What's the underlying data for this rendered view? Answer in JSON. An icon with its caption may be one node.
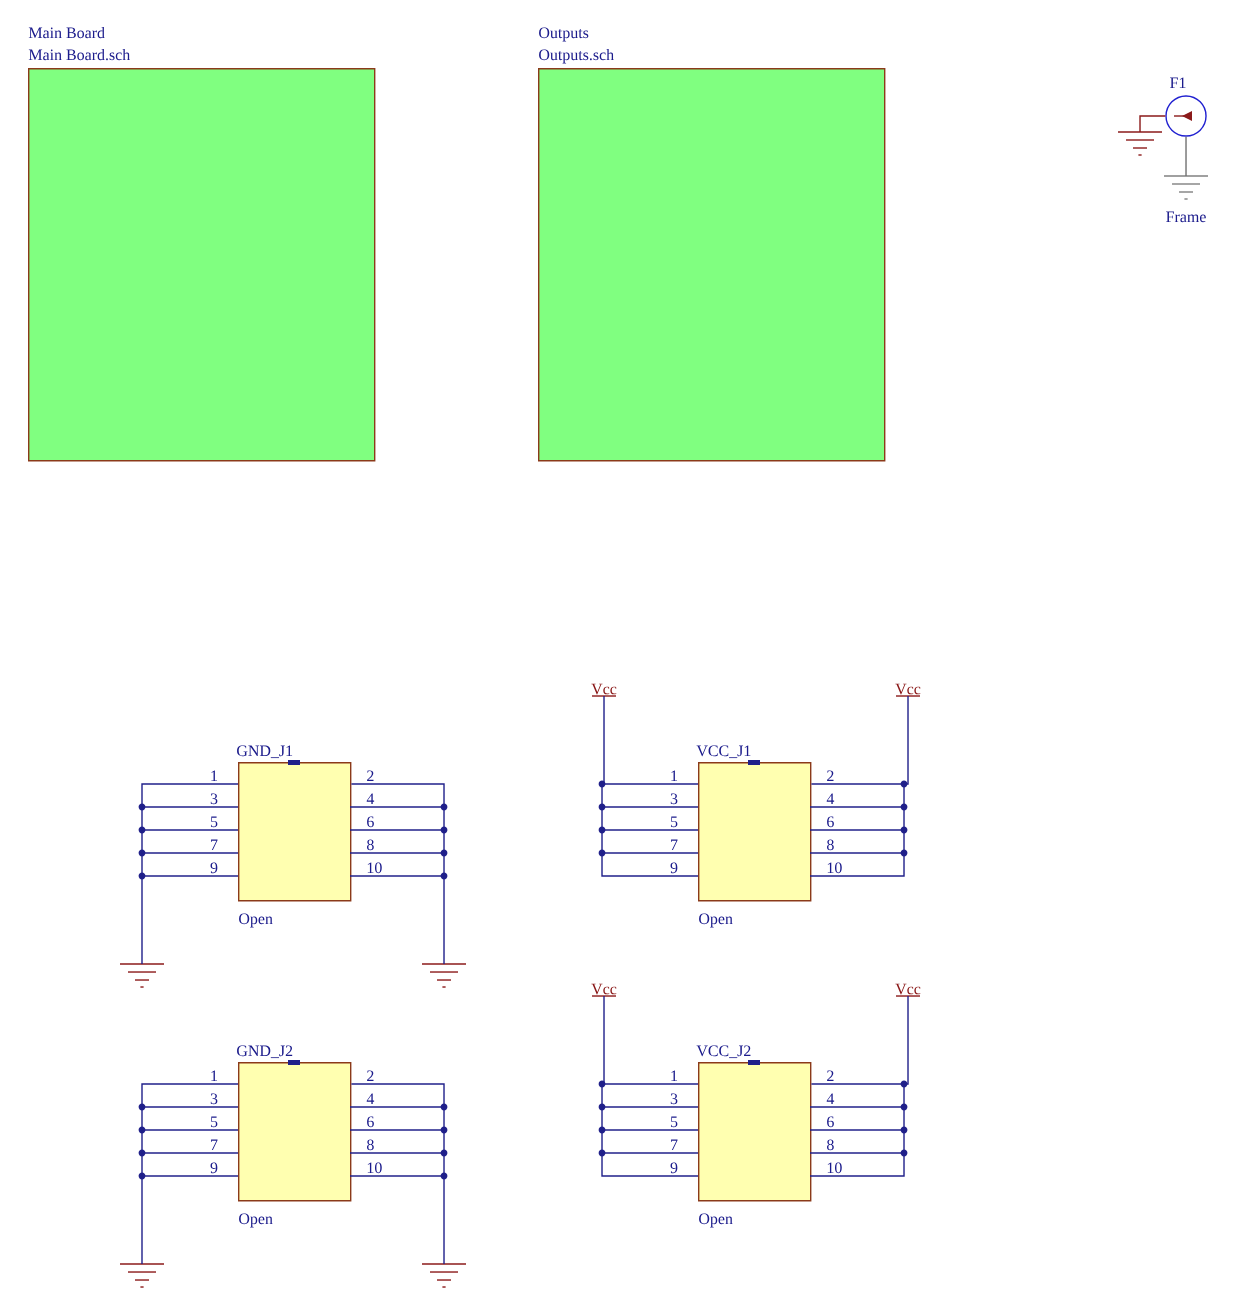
{
  "diagram": {
    "nodes": [
      {
        "text": [
          "Main Board",
          "Main Board.sch"
        ]
      },
      {
        "text": [
          "Outputs",
          "Outputs.sch"
        ]
      },
      {
        "text": [
          "F1"
        ]
      },
      {
        "text": [],
        "shape": "ground"
      },
      {
        "text": [],
        "shape": "ground",
        "beside": [
          "Frame"
        ]
      },
      {
        "text": [
          "GND_J1"
        ],
        "beside": [
          "Open"
        ]
      },
      {
        "text": [],
        "shape": "ground"
      },
      {
        "text": [],
        "shape": "ground"
      },
      {
        "text": [
          "VCC_J1"
        ],
        "beside": [
          "Open"
        ]
      },
      {
        "text": [
          "Vcc"
        ]
      },
      {
        "text": [
          "Vcc"
        ]
      },
      {
        "text": [
          "GND_J2"
        ],
        "beside": [
          "Open"
        ]
      },
      {
        "text": [],
        "shape": "ground"
      },
      {
        "text": [],
        "shape": "ground"
      },
      {
        "text": [
          "VCC_J2"
        ],
        "beside": [
          "Open"
        ]
      },
      {
        "text": [
          "Vcc"
        ]
      },
      {
        "text": [
          "Vcc"
        ]
      }
    ],
    "edges": [
      {
        "from": 2,
        "to": 3,
        "arrow": "none",
        "color": "#8b1a1a"
      },
      {
        "from": 2,
        "to": 4,
        "arrow": "none",
        "color": "#707070"
      },
      {
        "from": 5,
        "to": 6,
        "arrow": "none"
      },
      {
        "from": 5,
        "to": 7,
        "arrow": "none"
      },
      {
        "from": 8,
        "to": 9,
        "arrow": "none"
      },
      {
        "from": 8,
        "to": 10,
        "arrow": "none"
      },
      {
        "from": 11,
        "to": 12,
        "arrow": "none"
      },
      {
        "from": 11,
        "to": 13,
        "arrow": "none"
      },
      {
        "from": 14,
        "to": 15,
        "arrow": "none"
      },
      {
        "from": 14,
        "to": 16,
        "arrow": "none"
      }
    ],
    "labels": [
      "1",
      "2",
      "3",
      "4",
      "5",
      "6",
      "7",
      "8",
      "9",
      "10",
      "1",
      "2",
      "3",
      "4",
      "5",
      "6",
      "7",
      "8",
      "9",
      "10",
      "1",
      "2",
      "3",
      "4",
      "5",
      "6",
      "7",
      "8",
      "9",
      "10",
      "1",
      "2",
      "3",
      "4",
      "5",
      "6",
      "7",
      "8",
      "9",
      "10"
    ]
  }
}
